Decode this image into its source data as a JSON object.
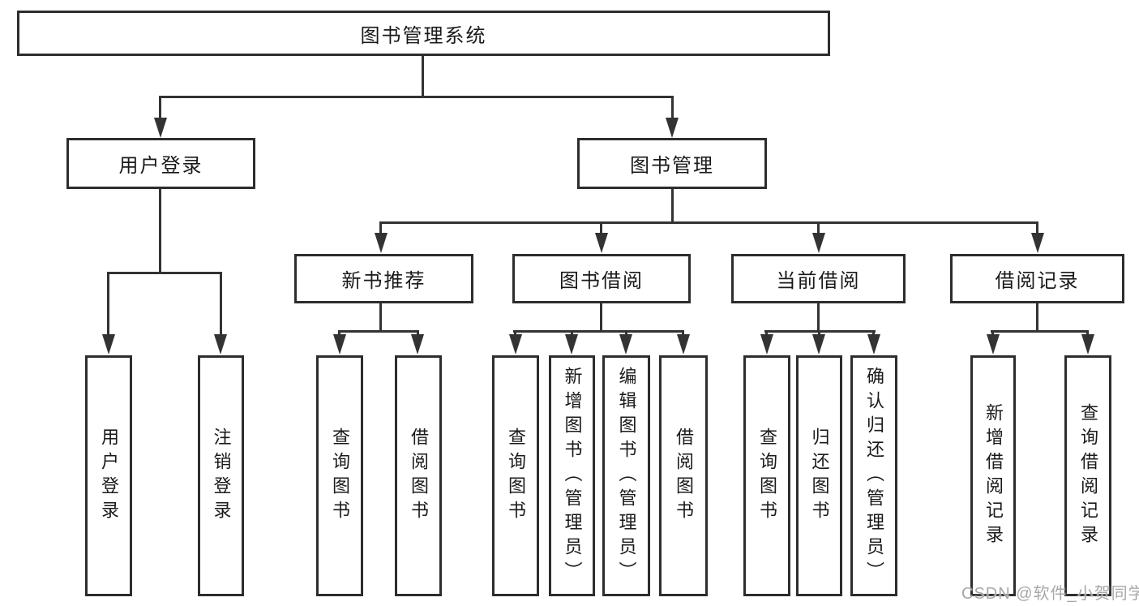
{
  "root": {
    "label": "图书管理系统"
  },
  "level2": [
    {
      "label": "用户登录"
    },
    {
      "label": "图书管理"
    }
  ],
  "level3": [
    {
      "label": "新书推荐"
    },
    {
      "label": "图书借阅"
    },
    {
      "label": "当前借阅"
    },
    {
      "label": "借阅记录"
    }
  ],
  "leaves": [
    {
      "label": "用户登录"
    },
    {
      "label": "注销登录"
    },
    {
      "label": "查询图书"
    },
    {
      "label": "借阅图书"
    },
    {
      "label": "查询图书"
    },
    {
      "label": "新增图书（管理员）"
    },
    {
      "label": "编辑图书（管理员）"
    },
    {
      "label": "借阅图书"
    },
    {
      "label": "查询图书"
    },
    {
      "label": "归还图书"
    },
    {
      "label": "确认归还（管理员）"
    },
    {
      "label": "新增借阅记录"
    },
    {
      "label": "查询借阅记录"
    }
  ],
  "watermark": {
    "text": "CSDN @软件_小贺同学"
  },
  "colors": {
    "line": "#333333",
    "box_border": "#2d2d2d",
    "box_fill": "#ffffff",
    "text": "#1a1a1a",
    "watermark": "#a8a8a8"
  }
}
